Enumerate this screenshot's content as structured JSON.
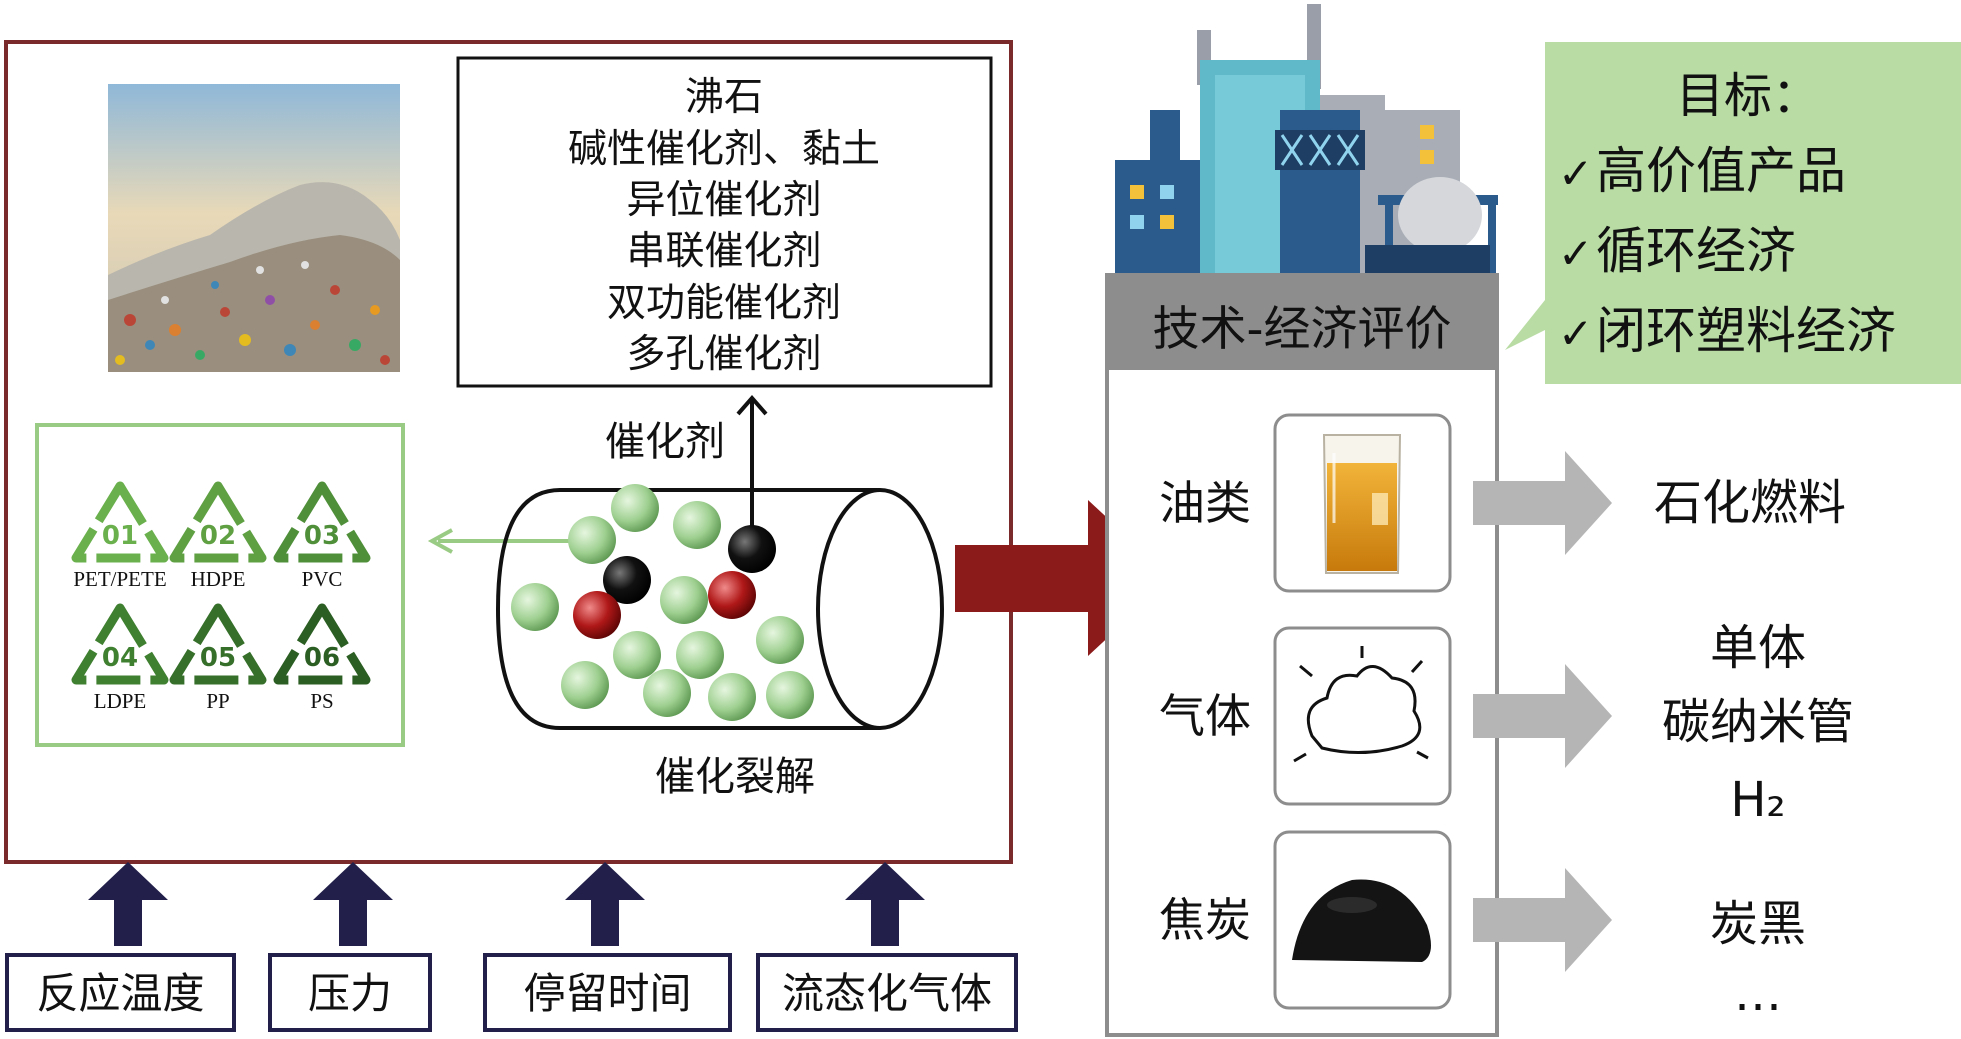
{
  "catalysts": {
    "items": [
      "沸石",
      "碱性催化剂、黏土",
      "异位催化剂",
      "串联催化剂",
      "双功能催化剂",
      "多孔催化剂"
    ],
    "arrow_label": "催化剂"
  },
  "reactor": {
    "label": "催化裂解"
  },
  "recycle_codes": [
    {
      "code": "01",
      "name": "PET/PETE"
    },
    {
      "code": "02",
      "name": "HDPE"
    },
    {
      "code": "03",
      "name": "PVC"
    },
    {
      "code": "04",
      "name": "LDPE"
    },
    {
      "code": "05",
      "name": "PP"
    },
    {
      "code": "06",
      "name": "PS"
    }
  ],
  "parameters": [
    "反应温度",
    "压力",
    "停留时间",
    "流态化气体"
  ],
  "evaluation": {
    "title": "技术-经济评价"
  },
  "goals": {
    "heading": "目标：",
    "items": [
      "高价值产品",
      "循环经济",
      "闭环塑料经济"
    ]
  },
  "products": [
    {
      "name": "油类",
      "icon": "beaker-oil-icon",
      "outputs": [
        "石化燃料"
      ]
    },
    {
      "name": "气体",
      "icon": "gas-cloud-icon",
      "outputs": [
        "单体",
        "碳纳米管",
        "H₂"
      ]
    },
    {
      "name": "焦炭",
      "icon": "char-pile-icon",
      "outputs": [
        "炭黑",
        "…"
      ]
    }
  ],
  "colors": {
    "frame": "#7a2a2a",
    "big_arrow": "#8b1a1a",
    "param_arrow": "#22204a",
    "goal_bg": "#b8dca4",
    "eval_header": "#8d8d8d",
    "green_frame": "#9acb84",
    "product_arrow": "#b5b5b5"
  }
}
